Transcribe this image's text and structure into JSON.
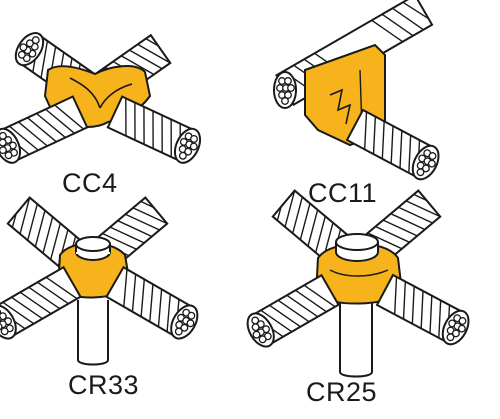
{
  "connectors": [
    {
      "id": "cc4",
      "label": "CC4",
      "type": "cross-compression"
    },
    {
      "id": "cc11",
      "label": "CC11",
      "type": "tee-compression"
    },
    {
      "id": "cr33",
      "label": "CR33",
      "type": "ground-rod-cross"
    },
    {
      "id": "cr25",
      "label": "CR25",
      "type": "ground-rod-cross"
    }
  ],
  "colors": {
    "connector_fill": "#F6B31B",
    "outline": "#1a1a1a",
    "cable_fill": "#ffffff",
    "rod_fill": "#ffffff",
    "background": "#ffffff"
  }
}
